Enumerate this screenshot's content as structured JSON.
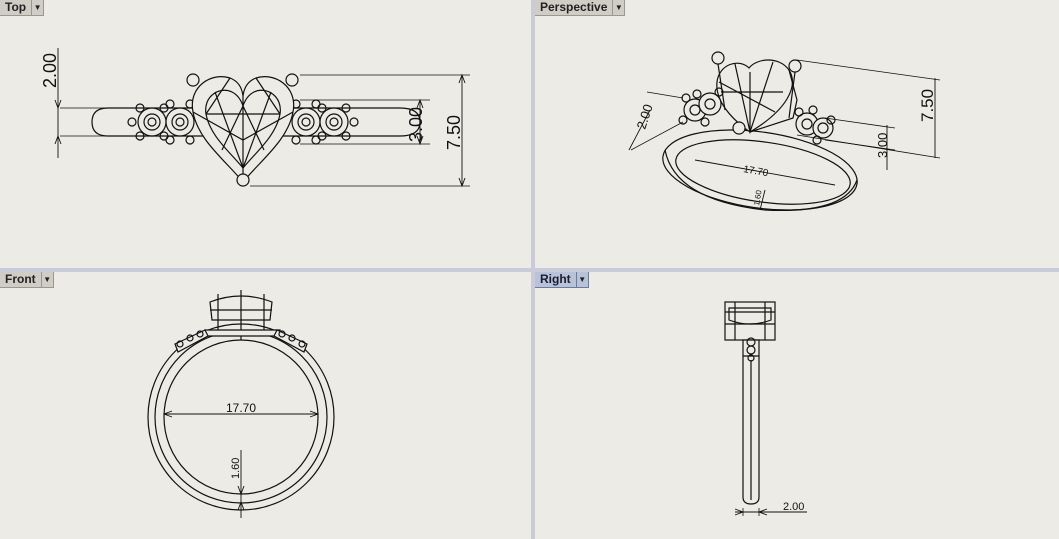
{
  "viewports": {
    "top": {
      "label": "Top",
      "dims": {
        "height_left": "2.00",
        "inner": "3.00",
        "outer": "7.50"
      }
    },
    "perspective": {
      "label": "Perspective",
      "dims": {
        "left": "2.00",
        "inner": "3.00",
        "outer": "7.50",
        "ring_diameter": "17.70",
        "band": "1.60"
      }
    },
    "front": {
      "label": "Front",
      "dims": {
        "diameter": "17.70",
        "band": "1.60"
      }
    },
    "right": {
      "label": "Right",
      "dims": {
        "width": "2.00"
      }
    }
  },
  "active_viewport": "Right",
  "icons": {
    "dropdown": "chevron-down-icon"
  },
  "colors": {
    "viewport_bg": "#ecebe6",
    "active_tab": "#b9c3d8",
    "line": "#111111",
    "separator": "#c9ccd8"
  }
}
